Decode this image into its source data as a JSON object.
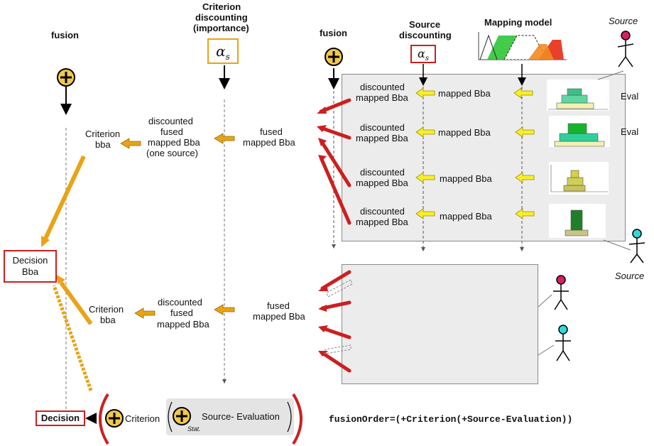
{
  "headers": {
    "fusion_left": "fusion",
    "criterion_discounting": [
      "Criterion",
      "discounting",
      "(importance)"
    ],
    "fusion_right": "fusion",
    "source_discounting": [
      "Source",
      "discounting"
    ],
    "mapping_model": "Mapping model",
    "alpha_label": "α_s"
  },
  "sources": {
    "top_source": "Source",
    "right_source": "Source"
  },
  "upper_block": {
    "criterion_bba": [
      "Criterion",
      "bba"
    ],
    "discounted_fused": [
      "discounted",
      "fused",
      "mapped Bba",
      "(one source)"
    ],
    "fused_mapped": [
      "fused",
      "mapped Bba"
    ],
    "rows": [
      {
        "discounted": [
          "discounted",
          "mapped Bba"
        ],
        "mapped": "mapped Bba",
        "eval": "Eval"
      },
      {
        "discounted": [
          "discounted",
          "mapped Bba"
        ],
        "mapped": "mapped Bba",
        "eval": "Eval"
      },
      {
        "discounted": [
          "discounted",
          "mapped Bba"
        ],
        "mapped": "mapped Bba",
        "eval": ""
      },
      {
        "discounted": [
          "discounted",
          "mapped Bba"
        ],
        "mapped": "mapped Bba",
        "eval": ""
      }
    ]
  },
  "lower_block": {
    "criterion_bba": [
      "Criterion",
      "bba"
    ],
    "discounted_fused": [
      "discounted",
      "fused",
      "mapped Bba"
    ],
    "fused_mapped": [
      "fused",
      "mapped Bba"
    ]
  },
  "decision_bba": [
    "Decision",
    "Bba"
  ],
  "formula": {
    "decision": "Decision",
    "criterion": "Criterion",
    "source_evaluation": "Source- Evaluation",
    "stat": "Stat."
  },
  "fusion_order": "fusionOrder=(+Criterion(+Source-Evaluation))",
  "colors": {
    "red": "#cc1f1f",
    "orange": "#e8a317",
    "yellow": "#f2e600",
    "gray_panel": "#e9e9e9",
    "plus_fill": "#f2c84b"
  }
}
